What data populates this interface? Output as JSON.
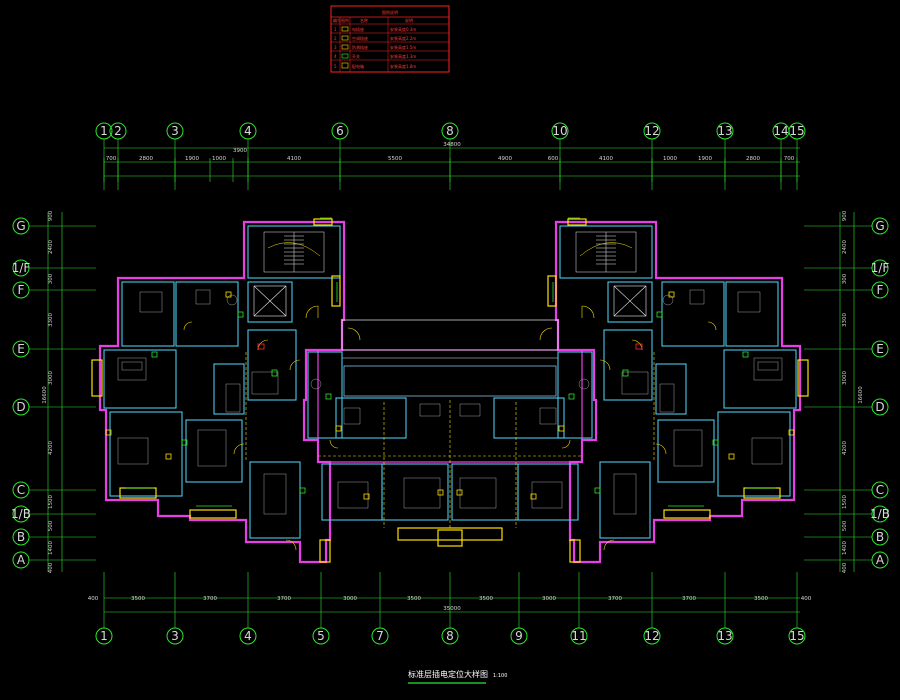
{
  "drawing": {
    "title": "标准层插电定位大样图",
    "scale": "1:100"
  },
  "legend": {
    "title": "图例说明",
    "header": [
      "编号",
      "图例",
      "名称",
      "说明"
    ],
    "rows": [
      {
        "no": "1",
        "name": "电插座",
        "note": "安装高度0.3m"
      },
      {
        "no": "2",
        "name": "空调插座",
        "note": "安装高度2.2m"
      },
      {
        "no": "3",
        "name": "防溅插座",
        "note": "安装高度1.5m"
      },
      {
        "no": "4",
        "name": "开关",
        "note": "安装高度1.3m"
      },
      {
        "no": "5",
        "name": "配电箱",
        "note": "安装高度1.8m"
      }
    ]
  },
  "top_axes": [
    "1",
    "2",
    "3",
    "4",
    "6",
    "8",
    "10",
    "12",
    "13",
    "14",
    "15"
  ],
  "bottom_axes": [
    "1",
    "3",
    "4",
    "5",
    "7",
    "8",
    "9",
    "11",
    "12",
    "13",
    "15"
  ],
  "left_axes": [
    "G",
    "1/F",
    "F",
    "E",
    "D",
    "C",
    "1/B",
    "B",
    "A"
  ],
  "right_axes": [
    "G",
    "1/F",
    "F",
    "E",
    "D",
    "C",
    "1/B",
    "B",
    "A"
  ],
  "top_dims_total": "34800",
  "top_dims_row1": [
    "700",
    "2800",
    "1900",
    "1000",
    "4100",
    "5500",
    "4900",
    "600",
    "4100",
    "1000",
    "1900",
    "2800",
    "700"
  ],
  "top_dims_mid": "3900",
  "bottom_dims_total": "35000",
  "bottom_dims_row": [
    "400",
    "3500",
    "3700",
    "3700",
    "3000",
    "3500",
    "3500",
    "3000",
    "3700",
    "3700",
    "3500",
    "400"
  ],
  "left_dims": [
    "900",
    "2400",
    "300",
    "3300",
    "3000",
    "4200",
    "1500",
    "500",
    "1400",
    "400"
  ],
  "left_dims_total": "16600",
  "right_dims_total": "16600"
}
